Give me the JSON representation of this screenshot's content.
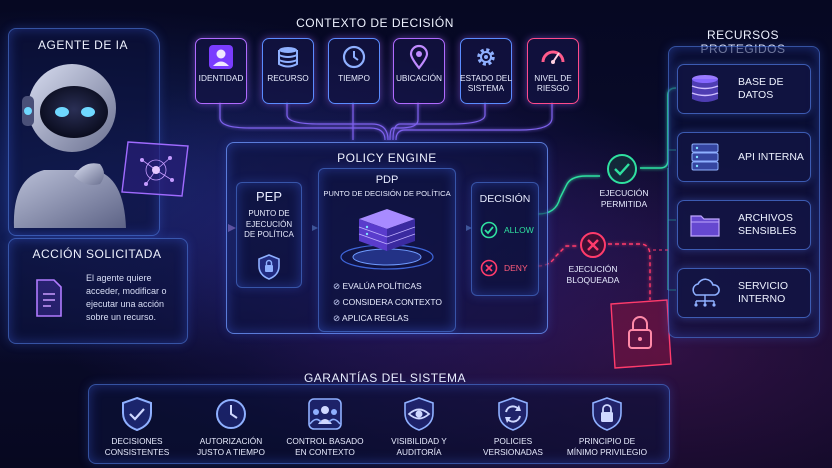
{
  "context": {
    "title": "CONTEXTO DE DECISIÓN",
    "items": [
      {
        "label": "IDENTIDAD",
        "icon": "user-icon"
      },
      {
        "label": "RECURSO",
        "icon": "database-icon"
      },
      {
        "label": "TIEMPO",
        "icon": "clock-icon"
      },
      {
        "label": "UBICACIÓN",
        "icon": "location-pin-icon"
      },
      {
        "label": "ESTADO DEL SISTEMA",
        "icon": "gear-icon"
      },
      {
        "label": "NIVEL DE RIESGO",
        "icon": "gauge-icon"
      }
    ]
  },
  "agent": {
    "title": "AGENTE DE IA",
    "action_title": "ACCIÓN SOLICITADA",
    "action_text": "El agente quiere acceder, modificar o ejecutar una acción sobre un recurso."
  },
  "engine": {
    "title": "POLICY ENGINE",
    "pep_title": "PEP",
    "pep_sub": "PUNTO DE EJECUCIÓN DE POLÍTICA",
    "pdp_title": "PDP",
    "pdp_sub": "PUNTO DE DECISIÓN DE POLÍTICA",
    "checks": [
      "EVALÚA POLÍTICAS",
      "CONSIDERA CONTEXTO",
      "APLICA REGLAS"
    ],
    "decision_title": "DECISIÓN",
    "allow": "ALLOW",
    "deny": "DENY"
  },
  "outcomes": {
    "allowed": "EJECUCIÓN PERMITIDA",
    "blocked": "EJECUCIÓN BLOQUEADA"
  },
  "resources": {
    "title": "RECURSOS PROTEGIDOS",
    "items": [
      {
        "label": "BASE DE DATOS",
        "icon": "database-icon"
      },
      {
        "label": "API INTERNA",
        "icon": "server-icon"
      },
      {
        "label": "ARCHIVOS SENSIBLES",
        "icon": "folder-icon"
      },
      {
        "label": "SERVICIO INTERNO",
        "icon": "cloud-network-icon"
      }
    ]
  },
  "guarantees": {
    "title": "GARANTÍAS DEL SISTEMA",
    "items": [
      {
        "label": "DECISIONES CONSISTENTES",
        "icon": "shield-check-icon"
      },
      {
        "label": "AUTORIZACIÓN JUSTO A TIEMPO",
        "icon": "clock-icon"
      },
      {
        "label": "CONTROL BASADO EN CONTEXTO",
        "icon": "users-icon"
      },
      {
        "label": "VISIBILIDAD Y AUDITORÍA",
        "icon": "eye-icon"
      },
      {
        "label": "POLICIES VERSIONADAS",
        "icon": "refresh-icon"
      },
      {
        "label": "PRINCIPIO DE MÍNIMO PRIVILEGIO",
        "icon": "lock-shield-icon"
      }
    ]
  },
  "colors": {
    "allow": "#2fe0a0",
    "deny": "#ff3b6b",
    "accent": "#5a8cff",
    "purple": "#b06bff"
  }
}
